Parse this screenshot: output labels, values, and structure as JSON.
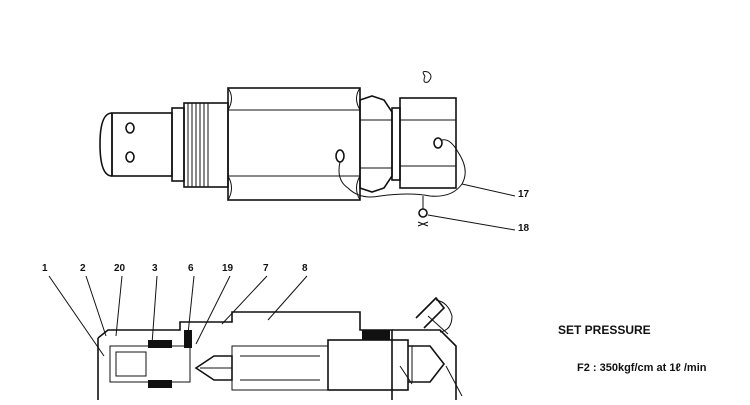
{
  "callouts": {
    "c1": "1",
    "c2": "2",
    "c20": "20",
    "c3": "3",
    "c6": "6",
    "c19": "19",
    "c7": "7",
    "c8": "8",
    "c17": "17",
    "c18": "18"
  },
  "spec": {
    "title": "SET PRESSURE",
    "f2": "F2 : 350kgf/cm at 1ℓ /min"
  }
}
